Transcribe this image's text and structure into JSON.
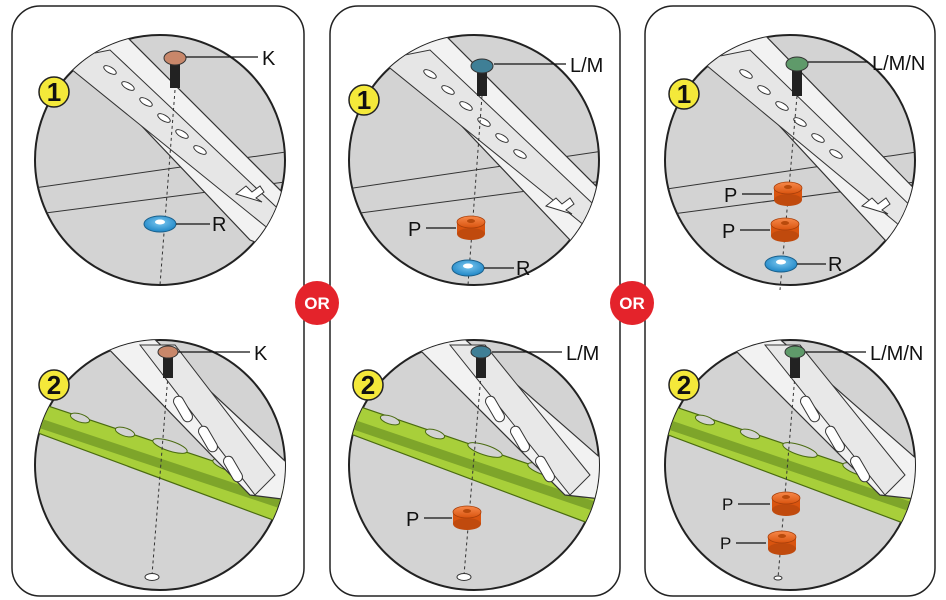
{
  "panels": [
    {
      "top": {
        "step": "1",
        "screw": "K",
        "spacers": [],
        "washer": "R"
      },
      "bottom": {
        "step": "2",
        "screw": "K",
        "spacers": []
      }
    },
    {
      "top": {
        "step": "1",
        "screw": "L/M",
        "spacers": [
          "P"
        ],
        "washer": "R"
      },
      "bottom": {
        "step": "2",
        "screw": "L/M",
        "spacers": [
          "P"
        ]
      }
    },
    {
      "top": {
        "step": "1",
        "screw": "L/M/N",
        "spacers": [
          "P",
          "P"
        ],
        "washer": "R"
      },
      "bottom": {
        "step": "2",
        "screw": "L/M/N",
        "spacers": [
          "P",
          "P"
        ]
      }
    }
  ],
  "separators": [
    "OR",
    "OR"
  ],
  "colors": {
    "screw_k_head": "#c8876a",
    "screw_lm_head": "#3f7f96",
    "screw_lmn_head": "#5f9a6a",
    "washer": "#2e9ad6",
    "spacer": "#ef6a1f",
    "or_badge": "#e4232b",
    "rail_green": "#a8cf3a",
    "background_gray": "#d3d3d3"
  }
}
